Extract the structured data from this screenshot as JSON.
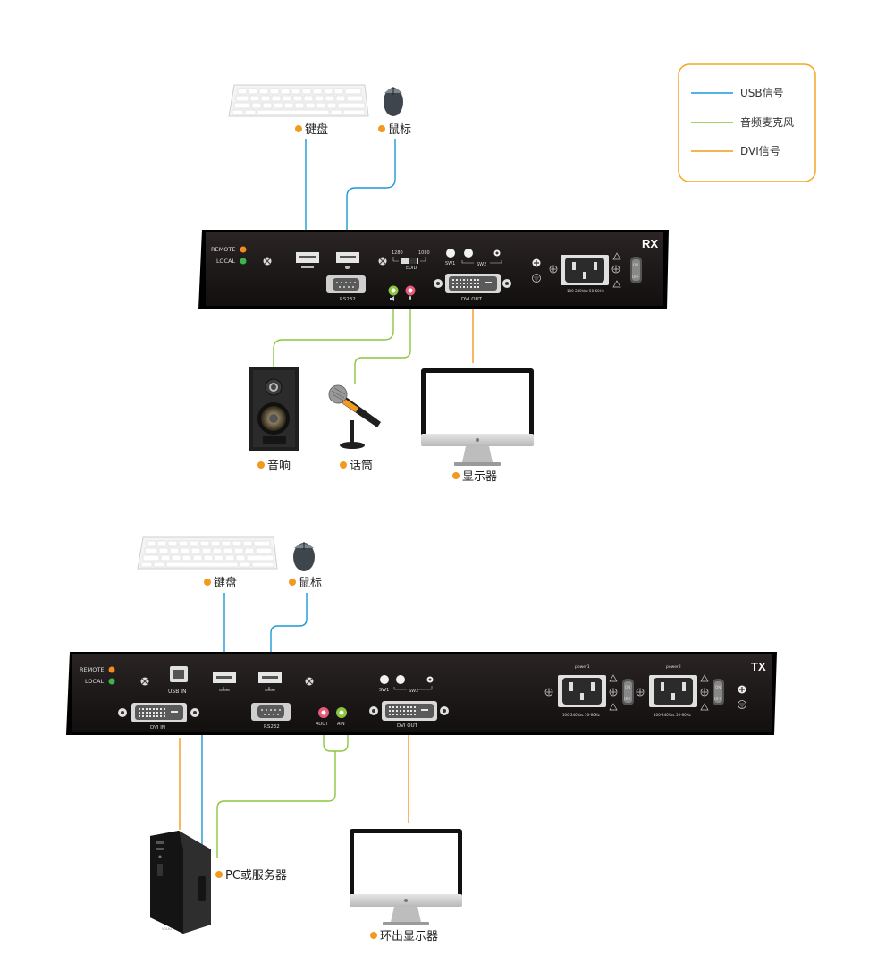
{
  "legend": {
    "items": [
      {
        "label": "USB信号",
        "color": "#1a9ad6"
      },
      {
        "label": "音频麦克风",
        "color": "#8cc63f"
      },
      {
        "label": "DVI信号",
        "color": "#f29a1f"
      }
    ],
    "border_color": "#f5a623"
  },
  "rx": {
    "badge": "RX",
    "remote_label": "REMOTE",
    "local_label": "LOCAL",
    "rs232_label": "RS232",
    "dvi_out_label": "DVI OUT",
    "sw1_label": "SW1",
    "sw2_label": "SW2",
    "edid_label": "EDID",
    "res1_label": "1280",
    "res2_label": "1080",
    "power_label": "100-240Vac 50-60Hz",
    "on_label": "ON",
    "off_label": "OFF",
    "devices": {
      "keyboard": "键盘",
      "mouse": "鼠标",
      "speaker": "音响",
      "microphone": "话筒",
      "monitor": "显示器"
    }
  },
  "tx": {
    "badge": "TX",
    "remote_label": "REMOTE",
    "local_label": "LOCAL",
    "usb_in_label": "USB IN",
    "dvi_in_label": "DVI IN",
    "rs232_label": "RS232",
    "aout_label": "AOUT",
    "ain_label": "AIN",
    "dvi_out_label": "DVI OUT",
    "sw1_label": "SW1",
    "sw2_label": "SW2",
    "power1_label": "power1",
    "power2_label": "power2",
    "power_rating": "100-240Vac 50-60Hz",
    "on_label": "ON",
    "off_label": "OFF",
    "pc_brand": "VOLKS",
    "devices": {
      "keyboard": "键盘",
      "mouse": "鼠标",
      "pc": "PC或服务器",
      "loop_monitor": "环出显示器"
    }
  },
  "colors": {
    "usb": "#1a9ad6",
    "audio": "#8cc63f",
    "dvi": "#f29a1f",
    "bullet": "#f29a1f",
    "panel": "#1a1616",
    "led_remote": "#f28c1e",
    "led_local": "#3cb44b"
  }
}
